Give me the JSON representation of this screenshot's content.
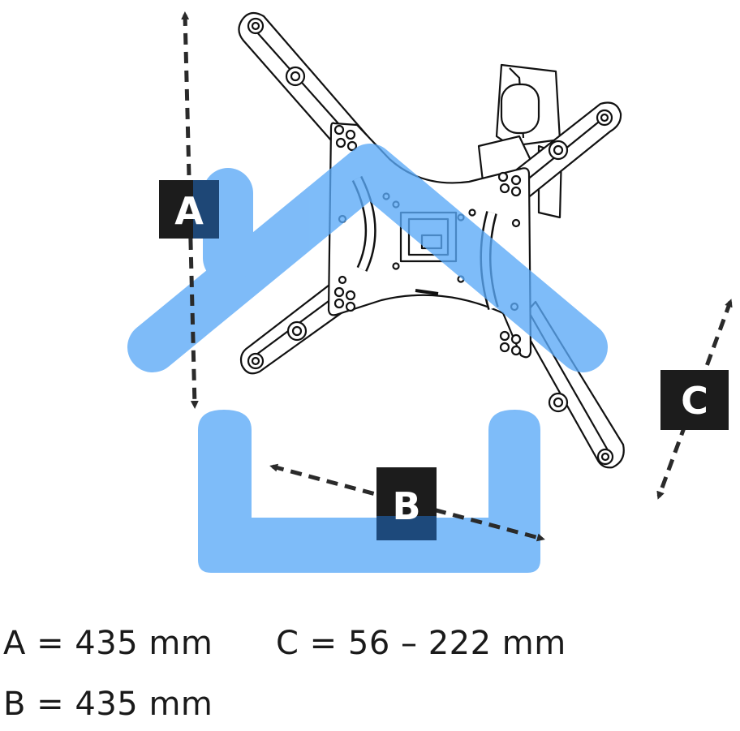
{
  "labels": {
    "a": "A",
    "b": "B",
    "c": "C"
  },
  "dimensions": {
    "a": "A = 435 mm",
    "b": "B = 435 mm",
    "c": "C = 56 – 222 mm"
  },
  "colors": {
    "house": "#5aa9f7",
    "badge": "#1c1c1c",
    "arrow": "#2a2a2a",
    "bracket_line": "#111111"
  }
}
